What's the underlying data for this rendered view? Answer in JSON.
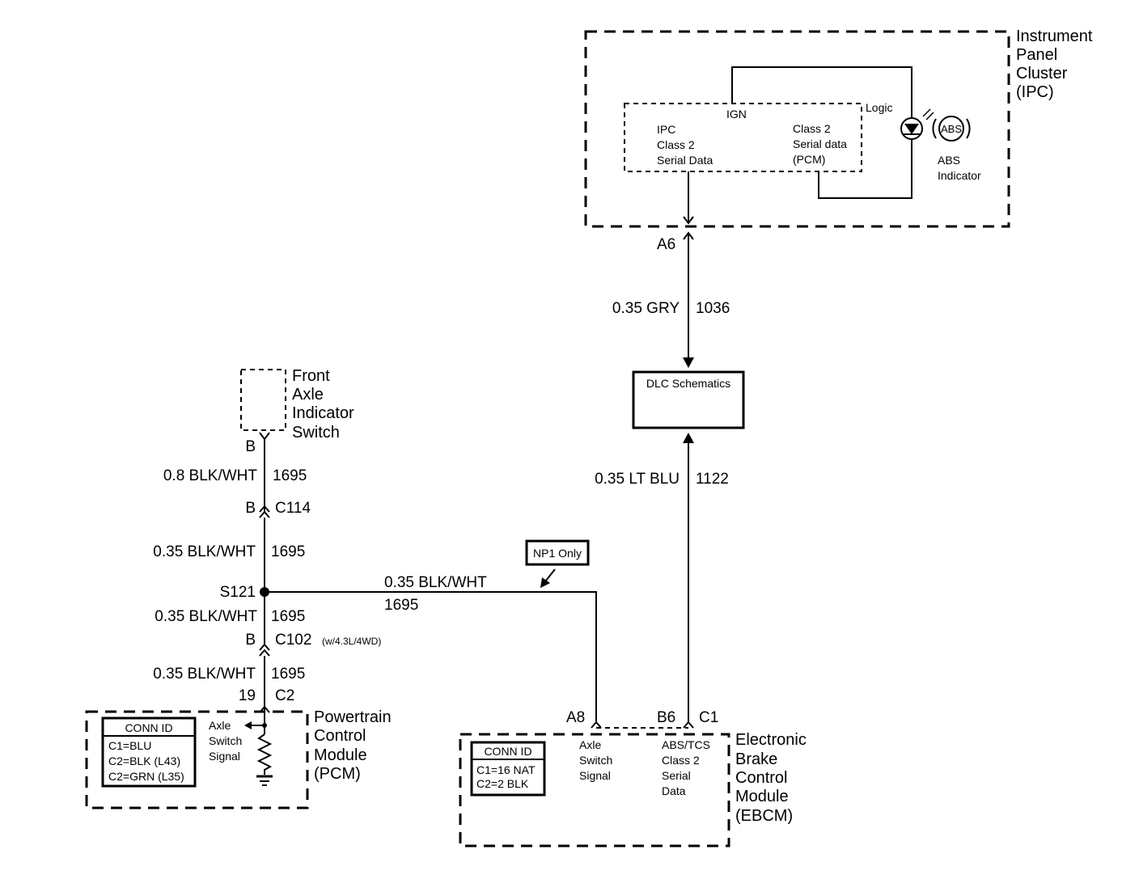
{
  "ipc": {
    "title_lines": [
      "Instrument",
      "Panel",
      "Cluster",
      "(IPC)"
    ],
    "ign_label": "IGN",
    "logic_label": "Logic",
    "ipc_serial_lines": [
      "IPC",
      "Class 2",
      "Serial Data"
    ],
    "pcm_serial_lines": [
      "Class 2",
      "Serial data",
      "(PCM)"
    ],
    "abs_symbol_text": "ABS",
    "abs_indicator_lines": [
      "ABS",
      "Indicator"
    ],
    "pin": "A6"
  },
  "wire_ipc_dlc": {
    "gauge_color": "0.35 GRY",
    "circuit": "1036"
  },
  "dlc": {
    "label": "DLC Schematics"
  },
  "wire_ebcm_dlc": {
    "gauge_color": "0.35 LT BLU",
    "circuit": "1122"
  },
  "front_axle_switch": {
    "title_lines": [
      "Front",
      "Axle",
      "Indicator",
      "Switch"
    ],
    "pin": "B"
  },
  "wire_switch_c114": {
    "gauge_color": "0.8 BLK/WHT",
    "circuit": "1695"
  },
  "c114": {
    "pin": "B",
    "name": "C114"
  },
  "wire_c114_s121": {
    "gauge_color": "0.35 BLK/WHT",
    "circuit": "1695"
  },
  "splice": {
    "name": "S121"
  },
  "np1_note": {
    "label": "NP1 Only"
  },
  "wire_s121_ebcm": {
    "gauge_color": "0.35 BLK/WHT",
    "circuit": "1695"
  },
  "wire_s121_c102": {
    "gauge_color": "0.35 BLK/WHT",
    "circuit": "1695"
  },
  "c102": {
    "pin": "B",
    "name": "C102",
    "note": "(w/4.3L/4WD)"
  },
  "wire_c102_pcm": {
    "gauge_color": "0.35 BLK/WHT",
    "circuit": "1695"
  },
  "pcm": {
    "pin": "19",
    "connector": "C2",
    "title_lines": [
      "Powertrain",
      "Control",
      "Module",
      "(PCM)"
    ],
    "conn_id_header": "CONN ID",
    "conn_id_rows": [
      "C1=BLU",
      "C2=BLK (L43)",
      "C2=GRN (L35)"
    ],
    "signal_lines": [
      "Axle",
      "Switch",
      "Signal"
    ]
  },
  "ebcm": {
    "pin_axle": "A8",
    "pin_serial": "B6",
    "connector": "C1",
    "title_lines": [
      "Electronic",
      "Brake",
      "Control",
      "Module",
      "(EBCM)"
    ],
    "conn_id_header": "CONN ID",
    "conn_id_rows": [
      "C1=16 NAT",
      "C2=2 BLK"
    ],
    "axle_signal_lines": [
      "Axle",
      "Switch",
      "Signal"
    ],
    "serial_lines": [
      "ABS/TCS",
      "Class 2",
      "Serial",
      "Data"
    ]
  }
}
